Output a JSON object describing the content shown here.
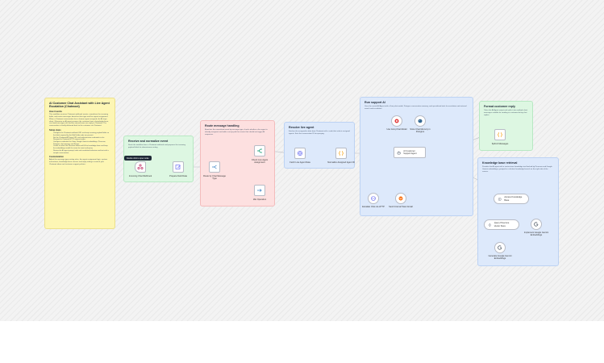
{
  "notes": {
    "main": {
      "title": "AI Customer Chat Assistant with Live Agent Escalation (Chatwoot)",
      "how_heading": "How it works",
      "how_text": "This workflow receives Chatwoot webhook events, normalizes the incoming fields, and routes messages based on their type and live agent assignment. When a Chatwoot conversation has a human agent assigned, the AI stays silent. Otherwise an AI agent answers the customer from a knowledge base, can hand messages off, and the internal team can reply in Chatwoot. The conversation is finally delivered back to the customer via Chatwoot.",
      "setup_heading": "Setup steps",
      "setup_steps": [
        "Configure the Chatwoot webhook URL and map incoming payload fields so the fields required by the Edit Fields node are present.",
        "Set the Chatwoot API base URL and authentication credentials in the Respond to Chatwoot HTTP request nodes.",
        "Configure credentials for Groq, Google Gemini embeddings, Pinecone, Postgres chat memory, and Serper.",
        "Create or select the Pinecone index and fill the knowledge base and keep the embeddings model the same for insert and query.",
        "Review the AI agent prompt, tools and escalation behaviour and test with a sample conversation."
      ],
      "custom_heading": "Customization",
      "custom_text": "Adjust the message type routing rules, the agent assignment logic, system instructions, knowledge base sources and reply settings to match your Chatwoot inbox and customer support policies."
    },
    "receive": {
      "title": "Receive and normalize event",
      "text": "Starts the workflow from a Chatwoot webhook and prepares the incoming payload fields for downstream routing."
    },
    "route": {
      "title": "Route message handling",
      "text": "Branches the normalized event by message type, checks whether a live agent is already assigned, and adds a no-op path for events that should not trigger AI responses."
    },
    "resolve": {
      "title": "Resolve live agent",
      "text": "Fetches the assigned-to data from Chatwoot with a code that selects assigned agents. Sets the conversation ID for querying."
    },
    "runai": {
      "title": "Run support AI",
      "text": "Uses the central AI Agent with a Groq chat model, Postgres conversation memory, and specialized tools for escalation and external search and escalation."
    },
    "format": {
      "title": "Format customer reply",
      "text": "Takes the AI Agent output and splits it into multiple short messages suitable for sending as customer-facing chat replies."
    },
    "kb": {
      "title": "Knowledge base retrieval",
      "text": "Provides the AI agent with a vector-store knowledge tool backed by Pinecone and Google Gemini embeddings, grouped as a distinct knowledge branch on the right side of the canvas."
    }
  },
  "tooltip": "Double click to open node",
  "nodes": {
    "webhook": "Incoming Chat Webhook",
    "prepare": "Prepare Field Data",
    "route_type": "Route by Chat Message Type",
    "check_agent": "Check Live Agent Assignment",
    "idle": "Idle Operation",
    "fetch": "Fetch Live Agent Data",
    "normalize": "Normalize Assigned Agent ID",
    "agent": "AI Customer Support Agent",
    "groq": "Use Groq Chat Model",
    "memory": "Store Chat Memory in Postgres",
    "http": "Escalate Chat via HTTP",
    "serper": "Send Internal Team Email",
    "split": "Split AI Messages",
    "kb_tool": "Access Knowledge Base",
    "pinecone": "Query Pinecone Vector Store",
    "embed1": "Implement Google Gemini Embeddings",
    "embed2": "Generate Google Gemini Embeddings"
  },
  "colors": {
    "yellow": "#fdf6b4",
    "green": "#ddf7e2",
    "red": "#fde0e0",
    "blue": "#dde9fb",
    "wire": "#b9bcc4"
  }
}
